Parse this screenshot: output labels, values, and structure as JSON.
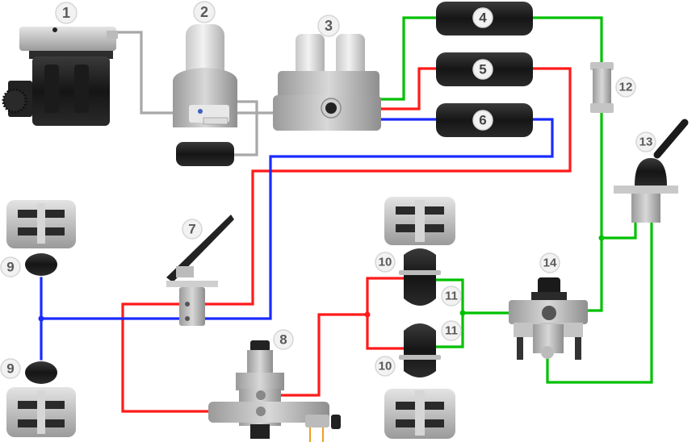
{
  "title": "Truck air brake system schematic",
  "colors": {
    "supply": "#9e9e9e",
    "circuit_1": "#00c000",
    "circuit_2": "#ff1a1a",
    "circuit_3": "#1a2bff",
    "aux": "#f0a020"
  },
  "components": [
    {
      "id": "1",
      "label": "1",
      "name": "Air compressor"
    },
    {
      "id": "2",
      "label": "2",
      "name": "Air dryer"
    },
    {
      "id": "3",
      "label": "3",
      "name": "Four-circuit protection valve"
    },
    {
      "id": "4",
      "label": "4",
      "name": "Air reservoir (parking circuit)"
    },
    {
      "id": "5",
      "label": "5",
      "name": "Air reservoir (rear circuit)"
    },
    {
      "id": "6",
      "label": "6",
      "name": "Air reservoir (front circuit)"
    },
    {
      "id": "7",
      "label": "7",
      "name": "Foot brake valve"
    },
    {
      "id": "8",
      "label": "8",
      "name": "Load-sensing valve"
    },
    {
      "id": "9",
      "label": "9",
      "name": "Front brake chamber"
    },
    {
      "id": "10",
      "label": "10",
      "name": "Spring brake chamber - service section"
    },
    {
      "id": "11",
      "label": "11",
      "name": "Spring brake chamber - spring section"
    },
    {
      "id": "12",
      "label": "12",
      "name": "Check valve"
    },
    {
      "id": "13",
      "label": "13",
      "name": "Hand brake valve"
    },
    {
      "id": "14",
      "label": "14",
      "name": "Relay valve"
    }
  ],
  "labels": {
    "c1": "1",
    "c2": "2",
    "c3": "3",
    "c4": "4",
    "c5": "5",
    "c6": "6",
    "c7": "7",
    "c8": "8",
    "c9a": "9",
    "c9b": "9",
    "c10a": "10",
    "c10b": "10",
    "c11a": "11",
    "c11b": "11",
    "c12": "12",
    "c13": "13",
    "c14": "14"
  }
}
